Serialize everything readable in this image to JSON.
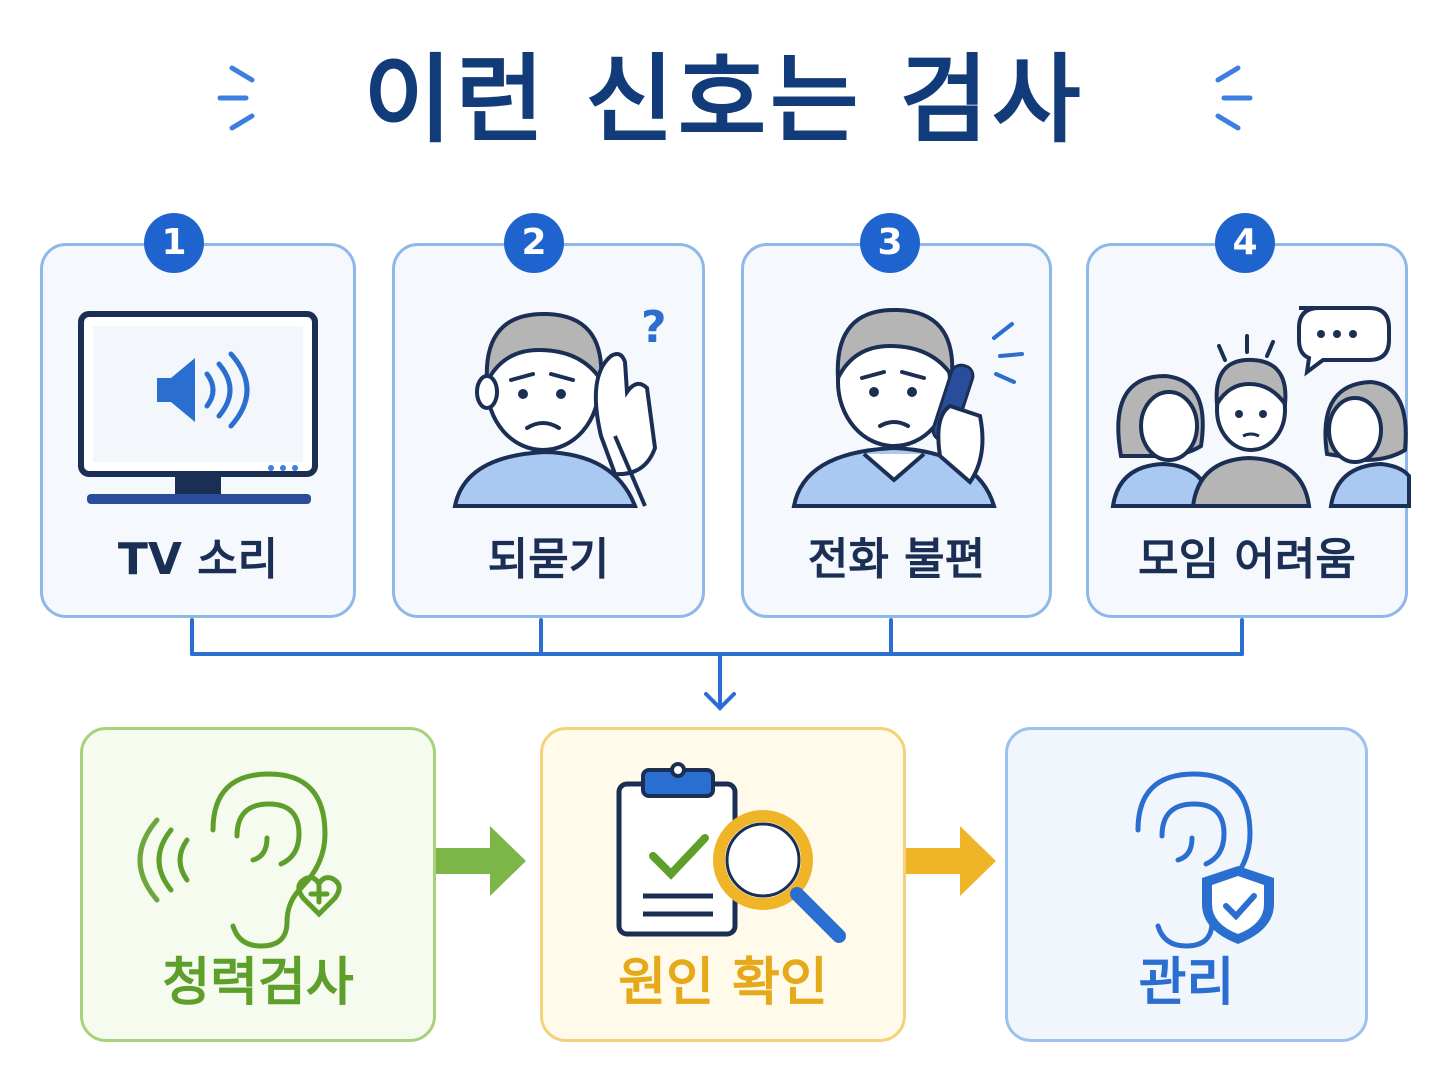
{
  "title": "이런 신호는 검사",
  "signs": [
    {
      "number": "1",
      "label": "TV 소리",
      "icon": "tv-speaker-icon"
    },
    {
      "number": "2",
      "label": "되묻기",
      "icon": "person-cupping-ear-icon"
    },
    {
      "number": "3",
      "label": "전화 불편",
      "icon": "person-on-phone-icon"
    },
    {
      "number": "4",
      "label": "모임 어려움",
      "icon": "group-conversation-icon"
    }
  ],
  "steps": [
    {
      "label": "청력검사",
      "icon": "ear-sound-heart-icon",
      "color": "#5e9e2a"
    },
    {
      "label": "원인 확인",
      "icon": "clipboard-magnifier-icon",
      "color": "#e5a91a"
    },
    {
      "label": "관리",
      "icon": "ear-shield-icon",
      "color": "#2a6fd0"
    }
  ],
  "colors": {
    "title": "#123b7a",
    "accent": "#1f63cf",
    "green": "#6aaa3a",
    "yellow": "#f0b429",
    "blue": "#2a6fd0"
  }
}
